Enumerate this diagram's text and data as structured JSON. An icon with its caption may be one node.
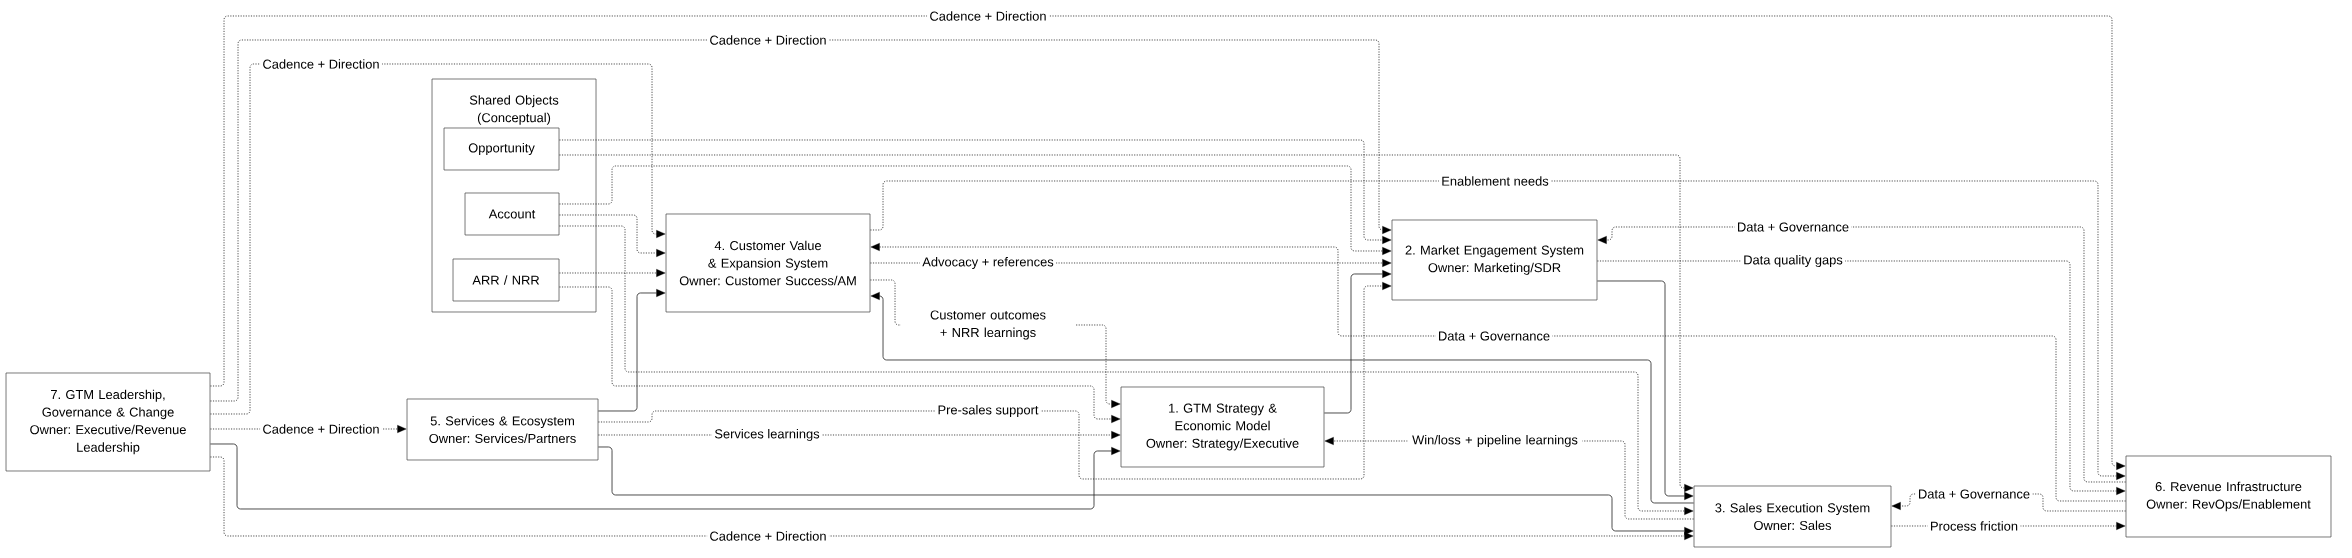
{
  "diagram": {
    "nodes": [
      {
        "text": [
          "Shared Objects (Conceptual)"
        ]
      },
      {
        "text": [
          "Opportunity"
        ],
        "in": 0
      },
      {
        "text": [
          "Account"
        ],
        "in": 0
      },
      {
        "text": [
          "ARR / NRR"
        ],
        "in": 0
      },
      {
        "text": [
          "4. Customer Value & Expansion System",
          "Owner: Customer Success/AM"
        ]
      },
      {
        "text": [
          "2. Market Engagement System",
          "Owner: Marketing/SDR"
        ]
      },
      {
        "text": [
          "7. GTM Leadership, Governance & Change",
          "Owner: Executive/Revenue Leadership"
        ]
      },
      {
        "text": [
          "5. Services & Ecosystem",
          "Owner: Services/Partners"
        ]
      },
      {
        "text": [
          "1. GTM Strategy & Economic Model",
          "Owner: Strategy/Executive"
        ]
      },
      {
        "text": [
          "3. Sales Execution System",
          "Owner: Sales"
        ]
      },
      {
        "text": [
          "6. Revenue Infrastructure",
          "Owner: RevOps/Enablement"
        ]
      }
    ],
    "edges": [
      {
        "from": 6,
        "to": 10,
        "arrow": "to",
        "label": "Cadence + Direction",
        "style": "dashed"
      },
      {
        "from": 6,
        "to": 5,
        "arrow": "to",
        "label": "Cadence + Direction",
        "style": "dashed"
      },
      {
        "from": 6,
        "to": 4,
        "arrow": "to",
        "label": "Cadence + Direction",
        "style": "dashed"
      },
      {
        "from": 6,
        "to": 7,
        "arrow": "to",
        "label": "Cadence + Direction",
        "style": "dashed"
      },
      {
        "from": 6,
        "to": 8,
        "arrow": "to"
      },
      {
        "from": 6,
        "to": 9,
        "arrow": "to",
        "label": "Cadence + Direction",
        "style": "dashed"
      },
      {
        "from": 1,
        "to": 5,
        "arrow": "to",
        "style": "dashed"
      },
      {
        "from": 1,
        "to": 9,
        "arrow": "to",
        "style": "dashed"
      },
      {
        "from": 2,
        "to": 5,
        "arrow": "to",
        "style": "dashed"
      },
      {
        "from": 2,
        "to": 4,
        "arrow": "to",
        "style": "dashed"
      },
      {
        "from": 2,
        "to": 9,
        "arrow": "to",
        "style": "dashed"
      },
      {
        "from": 3,
        "to": 4,
        "arrow": "to",
        "style": "dashed"
      },
      {
        "from": 3,
        "to": 8,
        "arrow": "to",
        "style": "dashed"
      },
      {
        "from": 7,
        "to": 4,
        "arrow": "to"
      },
      {
        "from": 7,
        "to": 5,
        "arrow": "to",
        "label": "Pre-sales support",
        "style": "dashed"
      },
      {
        "from": 7,
        "to": 8,
        "arrow": "to",
        "label": "Services learnings",
        "style": "dashed"
      },
      {
        "from": 7,
        "to": 9,
        "arrow": "to"
      },
      {
        "from": 4,
        "to": 10,
        "arrow": "to",
        "label": "Enablement needs",
        "style": "dashed"
      },
      {
        "from": 10,
        "to": 4,
        "arrow": "to",
        "label": "Data + Governance",
        "style": "dashed"
      },
      {
        "from": 4,
        "to": 5,
        "arrow": "to",
        "label": "Advocacy + references",
        "style": "dashed"
      },
      {
        "from": 4,
        "to": 8,
        "arrow": "to",
        "label": "Customer outcomes + NRR learnings",
        "style": "dashed"
      },
      {
        "from": 9,
        "to": 4,
        "arrow": "to"
      },
      {
        "from": 8,
        "to": 5,
        "arrow": "to"
      },
      {
        "from": 9,
        "to": 8,
        "arrow": "to",
        "label": "Win/loss + pipeline learnings",
        "style": "dashed"
      },
      {
        "from": 10,
        "to": 5,
        "arrow": "to",
        "label": "Data + Governance",
        "style": "dashed"
      },
      {
        "from": 5,
        "to": 10,
        "arrow": "to",
        "label": "Data quality gaps",
        "style": "dashed"
      },
      {
        "from": 5,
        "to": 9,
        "arrow": "to"
      },
      {
        "from": 10,
        "to": 9,
        "arrow": "to",
        "label": "Data + Governance",
        "style": "dashed"
      },
      {
        "from": 9,
        "to": 10,
        "arrow": "to",
        "label": "Process friction",
        "style": "dashed"
      }
    ]
  }
}
